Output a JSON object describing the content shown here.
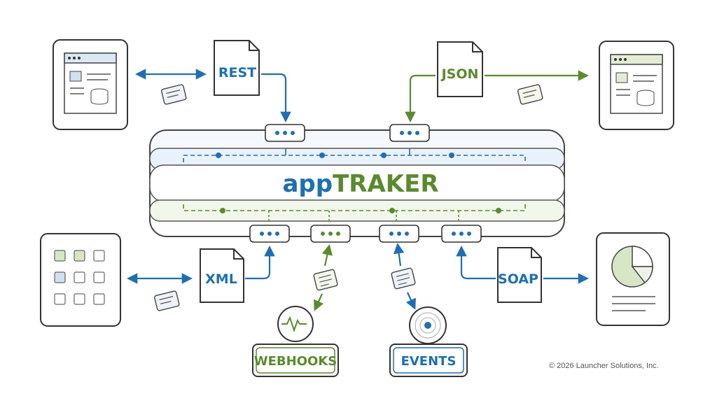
{
  "brand": {
    "part1": "app",
    "part2": "TRAKER"
  },
  "formats": {
    "rest": "REST",
    "json": "JSON",
    "xml": "XML",
    "soap": "SOAP"
  },
  "outputs": {
    "webhooks": "WEBHOOKS",
    "events": "EVENTS"
  },
  "footer": {
    "copyright": "© 2026 Launcher Solutions, Inc."
  },
  "colors": {
    "blue": "#1f6fb2",
    "green": "#5a8a2e",
    "ink": "#333333",
    "paper": "#ffffff"
  }
}
